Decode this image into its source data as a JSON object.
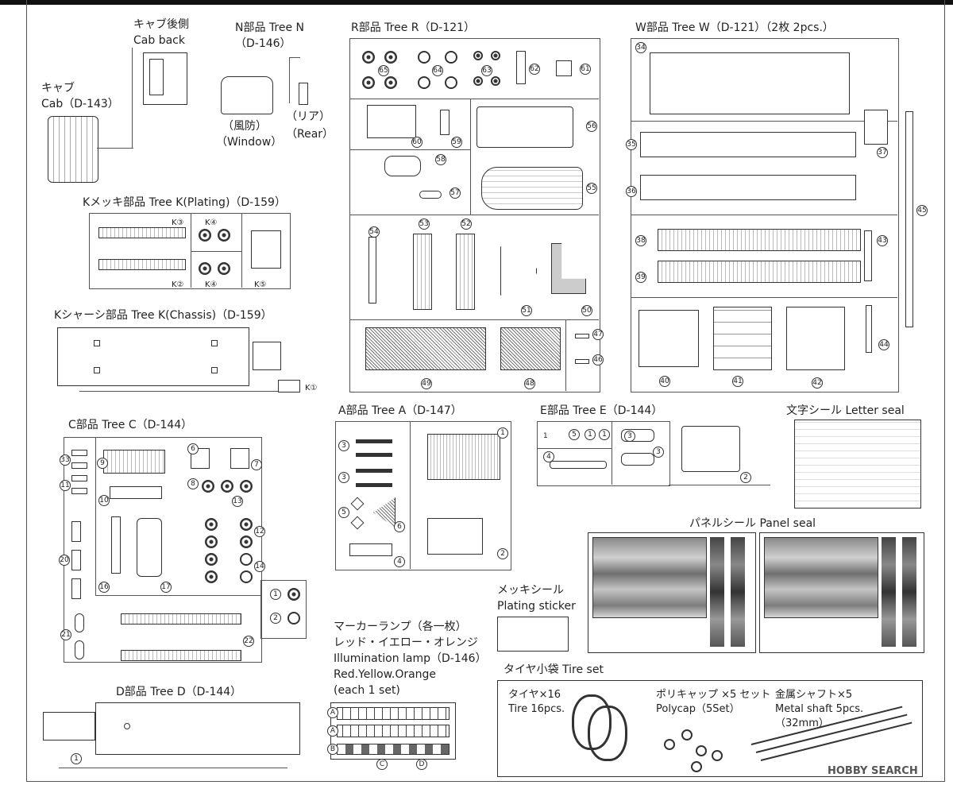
{
  "labels": {
    "cab_back_jp": "キャブ後側",
    "cab_back_en": "Cab back",
    "cab_jp": "キャブ",
    "cab_en": "Cab（D-143）",
    "tree_n_title": "N部品  Tree N",
    "tree_n_code": "（D-146）",
    "window_jp": "（風防）",
    "window_en": "（Window）",
    "rear_jp": "（リア）",
    "rear_en": "（Rear）",
    "tree_r": "R部品  Tree R（D-121）",
    "tree_w": "W部品  Tree W（D-121）（2枚 2pcs.）",
    "tree_k_plating": "Kメッキ部品  Tree K(Plating)（D-159）",
    "tree_k_chassis": "Kシャーシ部品  Tree K(Chassis)（D-159）",
    "tree_c": "C部品  Tree C（D-144）",
    "tree_a": "A部品  Tree A（D-147）",
    "tree_e": "E部品  Tree E（D-144）",
    "letter_seal": "文字シール  Letter seal",
    "panel_seal": "パネルシール  Panel seal",
    "plating_sticker_jp": "メッキシール",
    "plating_sticker_en": "Plating sticker",
    "marker_jp1": "マーカーランプ（各一枚）",
    "marker_jp2": "レッド・イエロー・オレンジ",
    "marker_en1": "Illumination lamp（D-146）",
    "marker_en2": "Red.Yellow.Orange",
    "marker_en3": "(each 1 set)",
    "tire_set": "タイヤ小袋  Tire set",
    "tree_d": "D部品  Tree D（D-144）",
    "tire_jp": "タイヤ×16",
    "tire_en": "Tire 16pcs.",
    "polycap_jp": "ポリキャップ ×5 セット",
    "polycap_en": "Polycap（5Set）",
    "shaft_jp": "金属シャフト×5",
    "shaft_en": "Metal shaft 5pcs.",
    "shaft_size": "（32mm）",
    "watermark": "HOBBY SEARCH"
  },
  "part_numbers": {
    "r": [
      "65",
      "64",
      "63",
      "62",
      "61",
      "60",
      "59",
      "58",
      "57",
      "56",
      "55",
      "54",
      "53",
      "52",
      "51",
      "50",
      "49",
      "48",
      "47",
      "46"
    ],
    "w": [
      "34",
      "35",
      "36",
      "37",
      "38",
      "39",
      "40",
      "41",
      "42",
      "43",
      "44",
      "45"
    ],
    "k": [
      "K③",
      "K④",
      "K②",
      "K④",
      "K⑤",
      "K①"
    ],
    "c": [
      "33",
      "11",
      "9",
      "10",
      "6",
      "7",
      "8",
      "13",
      "20",
      "16",
      "17",
      "12",
      "14",
      "21",
      "22",
      "1",
      "2"
    ],
    "a": [
      "3",
      "3",
      "5",
      "6",
      "4",
      "1",
      "2"
    ],
    "e": [
      "1",
      "3",
      "5",
      "1",
      "1",
      "4",
      "3",
      "2"
    ],
    "marker": [
      "A",
      "A",
      "B",
      "C",
      "D"
    ],
    "d": [
      "1"
    ]
  }
}
